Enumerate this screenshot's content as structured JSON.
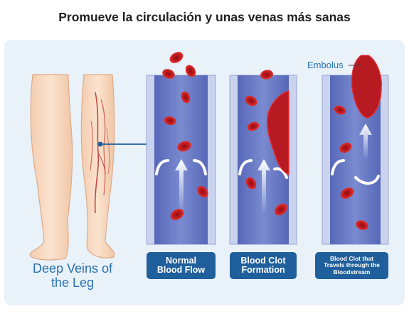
{
  "title": "Promueve la circulación y unas venas más sanas",
  "legs_label": "Deep Veins of the Leg",
  "embolus_label": "Embolus",
  "captions": [
    "Normal\nBlood Flow",
    "Blood Clot\nFormation",
    "Blood Clot that\nTravels through the\nBloodstream"
  ],
  "colors": {
    "panel_bg": "#e9f1f9",
    "vein_fill": "#6577c1",
    "vein_wall": "#c9d3ee",
    "blood_cell": "#c81e1e",
    "caption_bg": "#1f5f9c",
    "accent_text": "#2a72b0",
    "pointer_line": "#1f5f9c"
  }
}
